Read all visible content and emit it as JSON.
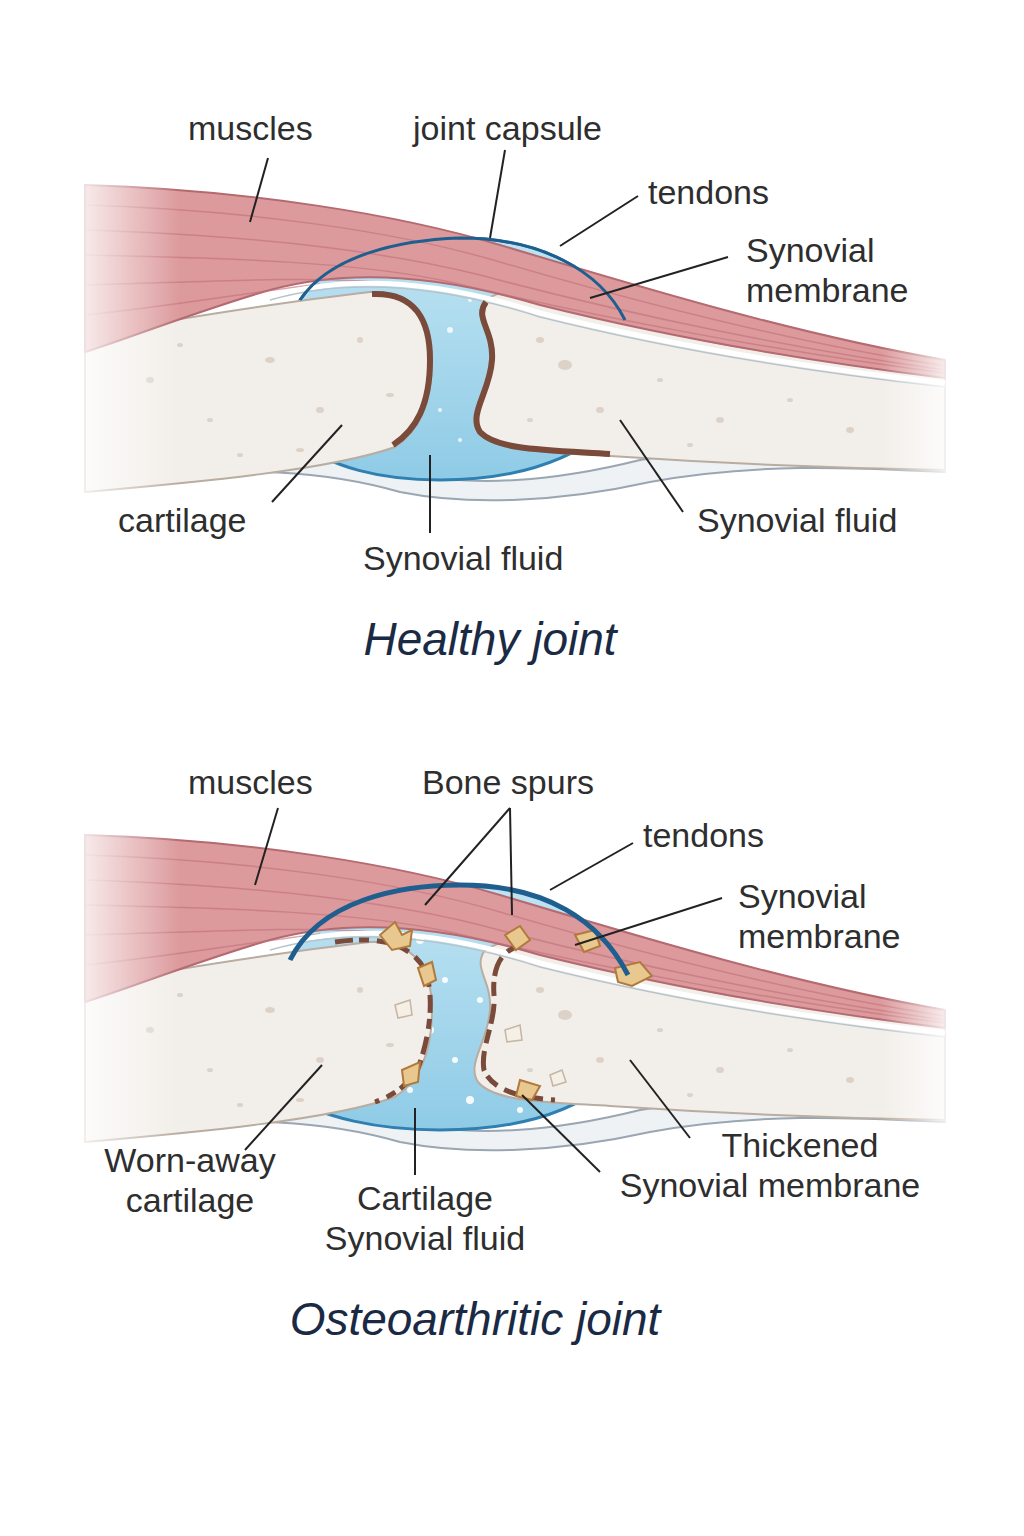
{
  "diagram": {
    "labels": [
      "muscles",
      "joint capsule",
      "tendons",
      "Synovial membrane",
      "cartilage",
      "Synovial fluid",
      "Synovial fluid",
      "Healthy joint",
      "muscles",
      "Bone spurs",
      "tendons",
      "Synovial membrane",
      "Worn-away cartilage",
      "Cartilage Synovial fluid",
      "Thickened Synovial membrane",
      "Osteoarthritic joint"
    ]
  }
}
